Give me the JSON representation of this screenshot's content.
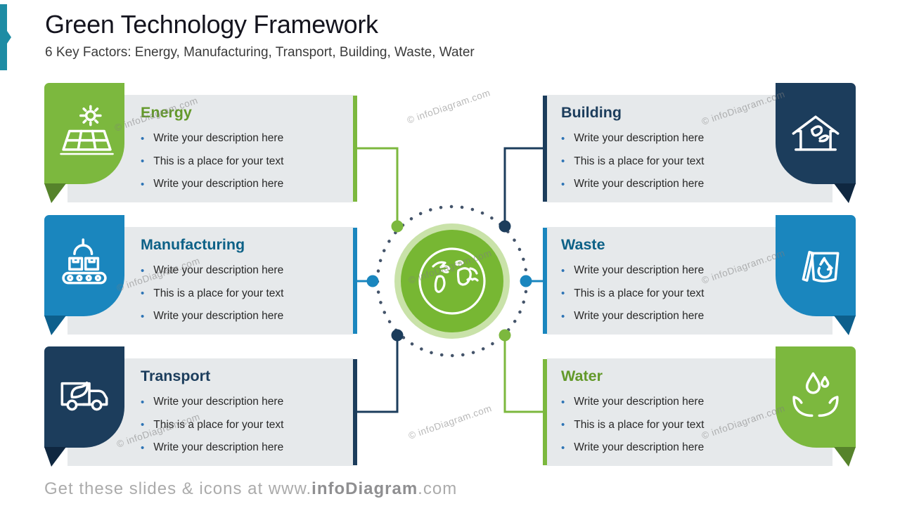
{
  "slide": {
    "title": "Green Technology Framework",
    "subtitle": "6 Key Factors: Energy, Manufacturing,  Transport, Building, Waste, Water",
    "watermark": "© infoDiagram.com",
    "bullet_char": "•",
    "footer": {
      "prefix": "Get these slides & icons at www.",
      "brand": "infoDiagram",
      "suffix": ".com"
    }
  },
  "colors": {
    "teal_accent": "#1e8ca4",
    "green": "#7cb83e",
    "green_dark": "#56832b",
    "green_title": "#63992a",
    "blue": "#1a86be",
    "blue_dark": "#0d5f8c",
    "blue_title": "#0d6187",
    "navy": "#1c3d5c",
    "navy_dark": "#0f2740",
    "card_background": "#e6e9eb",
    "bullet_dot": "#2e74b5",
    "dotted_ring": "#44546a",
    "center_circle": "#77b733",
    "center_halo": "#c9e2a9"
  },
  "cards": [
    {
      "title": "Energy",
      "icon": "solar-panel-icon",
      "accent": "green",
      "bullets": [
        "Write your description here",
        "This is a place for your text",
        "Write your description here"
      ]
    },
    {
      "title": "Manufacturing",
      "icon": "conveyor-icon",
      "accent": "blue",
      "bullets": [
        "Write your description here",
        "This is a place for your text",
        "Write your description here"
      ]
    },
    {
      "title": "Transport",
      "icon": "eco-truck-icon",
      "accent": "navy",
      "bullets": [
        "Write your description here",
        "This is a place for your text",
        "Write your description here"
      ]
    },
    {
      "title": "Building",
      "icon": "eco-house-icon",
      "accent": "navy",
      "bullets": [
        "Write your description here",
        "This is a place for your text",
        "Write your description here"
      ]
    },
    {
      "title": "Waste",
      "icon": "recycle-bin-icon",
      "accent": "blue",
      "bullets": [
        "Write your description here",
        "This is a place for your text",
        "Write your description here"
      ]
    },
    {
      "title": "Water",
      "icon": "water-hands-icon",
      "accent": "green",
      "bullets": [
        "Write your description here",
        "This is a place for your text",
        "Write your description here"
      ]
    }
  ],
  "center": {
    "icon": "globe-icon"
  }
}
